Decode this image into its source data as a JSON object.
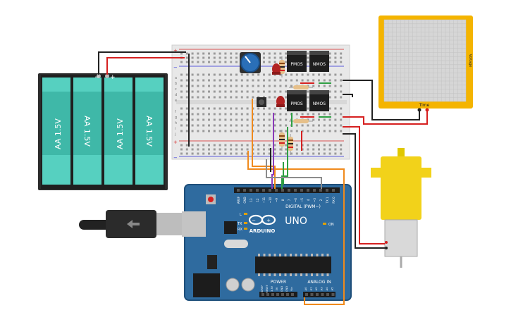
{
  "battery": {
    "cells": [
      "AA 1.5V",
      "AA 1.5V",
      "AA 1.5V",
      "AA 1.5V"
    ],
    "minus_label": "−",
    "plus_label": "+",
    "colors": {
      "case": "#2b2b2b",
      "cell": "#3fb8a8",
      "cell_top": "#56d0c0"
    }
  },
  "breadboard": {
    "chips": [
      {
        "label": "PMOS"
      },
      {
        "label": "NMOS"
      },
      {
        "label": "PMOS"
      },
      {
        "label": "NMOS"
      }
    ],
    "row_letters_top": [
      "a",
      "b",
      "c",
      "d",
      "e"
    ],
    "row_letters_bottom": [
      "f",
      "g",
      "h",
      "i",
      "j"
    ],
    "rail_plus": "+",
    "rail_minus": "−"
  },
  "oscilloscope": {
    "x_label": "Time",
    "y_label": "Voltage"
  },
  "arduino": {
    "brand": "ARDUINO",
    "model": "UNO",
    "digital_label": "DIGITAL (PWM~)",
    "analog_label": "ANALOG IN",
    "power_label": "POWER",
    "on_label": "ON",
    "tx_label": "TX",
    "rx_label": "RX",
    "l_label": "L",
    "digital_pins": [
      "AREF",
      "GND",
      "13",
      "12",
      "~11",
      "~10",
      "~9",
      "8",
      "7",
      "~6",
      "~5",
      "4",
      "~3",
      "2",
      "TX 1",
      "RX 0"
    ],
    "analog_pins": [
      "A0",
      "A1",
      "A2",
      "A3",
      "A4",
      "A5"
    ],
    "power_pins": [
      "IOREF",
      "RESET",
      "3.3V",
      "5V",
      "GND",
      "GND",
      "Vin"
    ]
  },
  "wire_colors": {
    "red": "#d62020",
    "black": "#222222",
    "orange": "#f08a1c",
    "purple": "#8a3ab9",
    "green": "#2ea043",
    "grey": "#8c8c8c"
  }
}
